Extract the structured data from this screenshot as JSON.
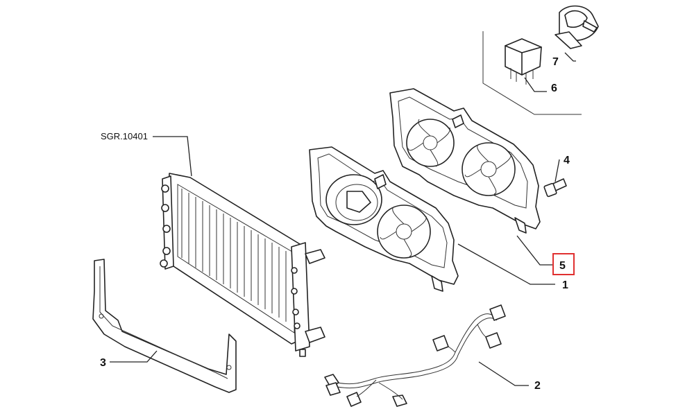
{
  "diagram": {
    "reference": "SGR.10401",
    "callouts": [
      "1",
      "2",
      "3",
      "4",
      "5",
      "6",
      "7"
    ],
    "highlighted": "5",
    "highlight_color": "#e03030"
  }
}
